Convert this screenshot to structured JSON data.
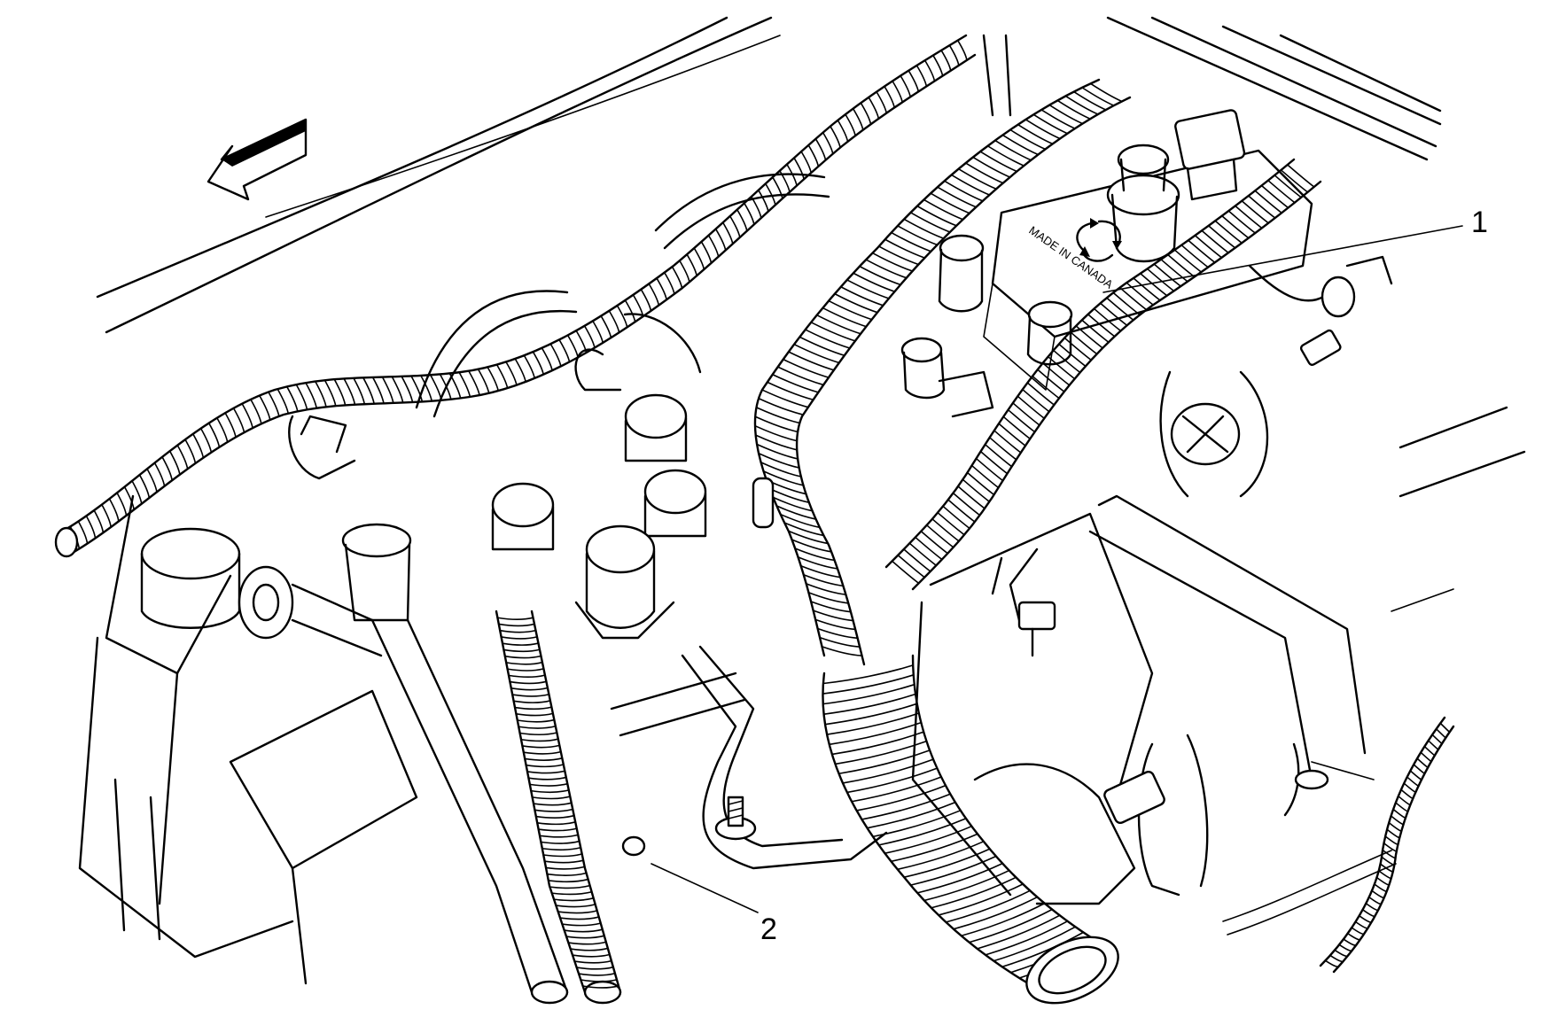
{
  "callouts": [
    {
      "label": "1"
    },
    {
      "label": "2"
    }
  ],
  "stamp": {
    "text": "MADE IN CANADA"
  },
  "icons": {
    "direction_arrow": "front-direction-arrow-icon",
    "recycle": "recycle-icon"
  },
  "colors": {
    "line": "#000000",
    "background": "#ffffff"
  }
}
